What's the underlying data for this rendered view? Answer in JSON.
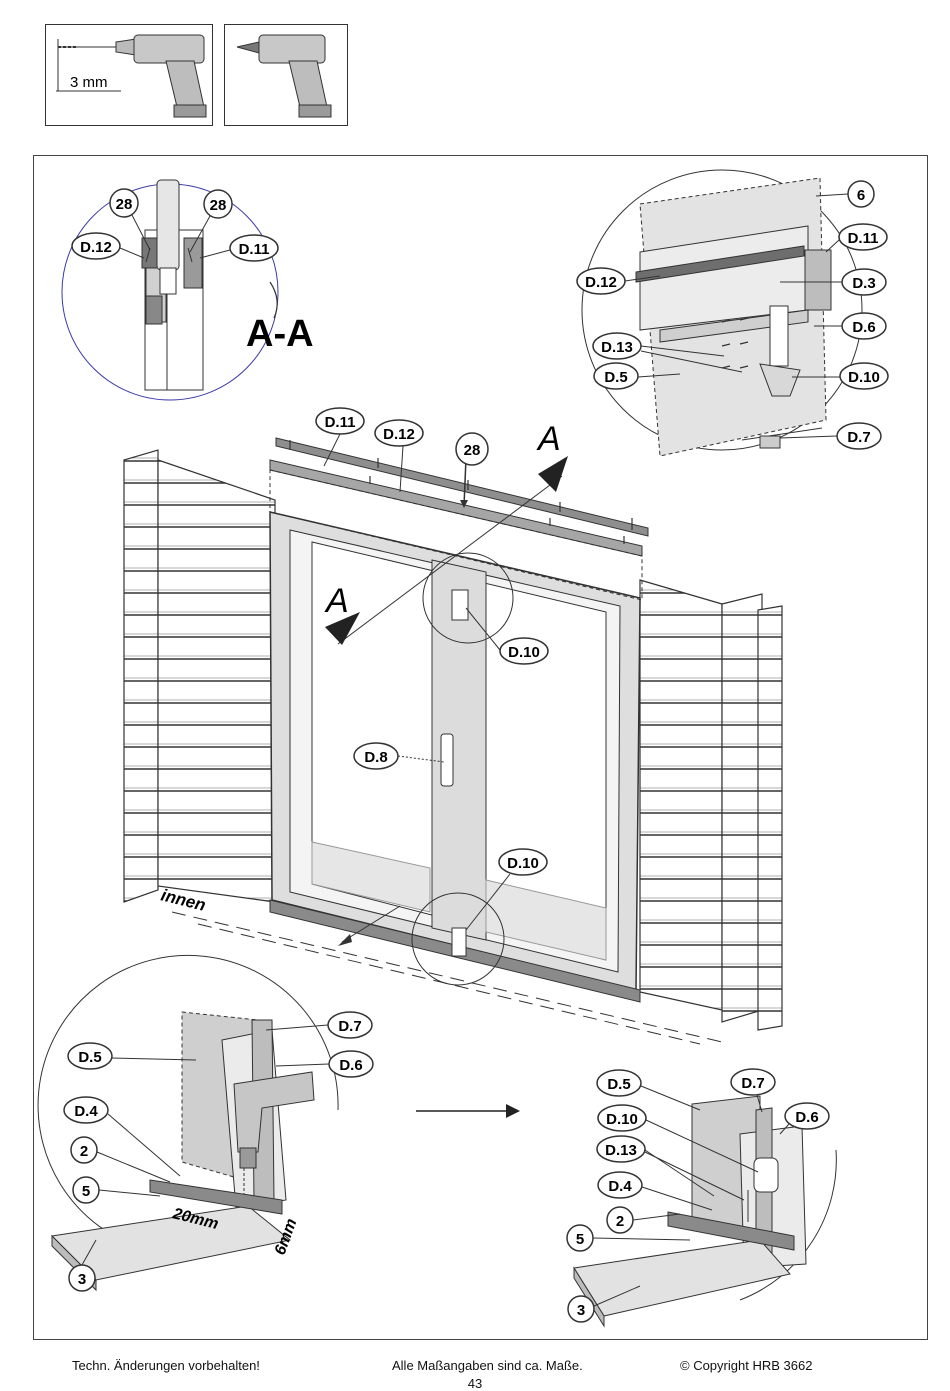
{
  "tools": {
    "drill_measure": "3 mm"
  },
  "section_label": "A-A",
  "section_marker": "A",
  "floor_text": "innen",
  "labels": {
    "d11": "D.11",
    "d12": "D.12",
    "d3": "D.3",
    "d6": "D.6",
    "d13": "D.13",
    "d5": "D.5",
    "d10": "D.10",
    "d7": "D.7",
    "d8": "D.8",
    "d4": "D.4",
    "n6": "6",
    "n28": "28",
    "n2": "2",
    "n5": "5",
    "n3": "3"
  },
  "dimensions": {
    "offset": "20mm",
    "gap": "6mm"
  },
  "footer": {
    "left": "Techn. Änderungen vorbehalten!",
    "center": "Alle Maßangaben sind ca. Maße.",
    "right": "© Copyright HRB 3662",
    "page": "43"
  }
}
